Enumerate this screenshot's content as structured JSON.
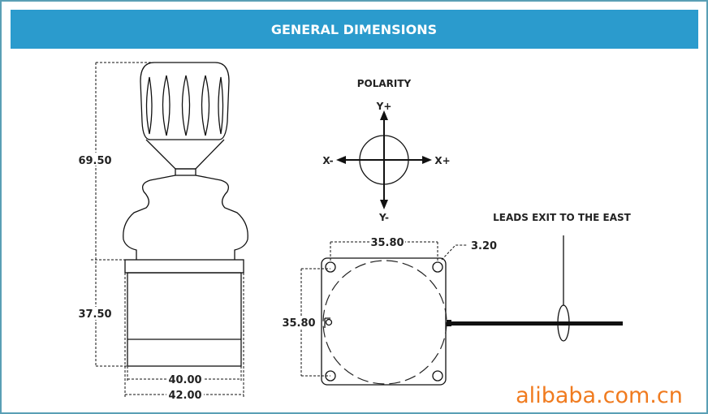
{
  "header": {
    "title": "GENERAL DIMENSIONS"
  },
  "side_view": {
    "height_upper": "69.50",
    "height_lower": "37.50",
    "width_inner": "40.00",
    "width_outer": "42.00"
  },
  "polarity": {
    "title": "POLARITY",
    "y_plus": "Y+",
    "y_minus": "Y-",
    "x_plus": "X+",
    "x_minus": "X-"
  },
  "top_view": {
    "hole_spacing_h": "35.80",
    "hole_spacing_v": "35.80",
    "hole_diameter": "3.20",
    "leads_note": "LEADS EXIT TO THE EAST"
  },
  "watermark": "alibaba.com.cn",
  "colors": {
    "header_bg": "#2b9bcd",
    "border": "#5a9fb5",
    "watermark": "#f07b1f"
  }
}
